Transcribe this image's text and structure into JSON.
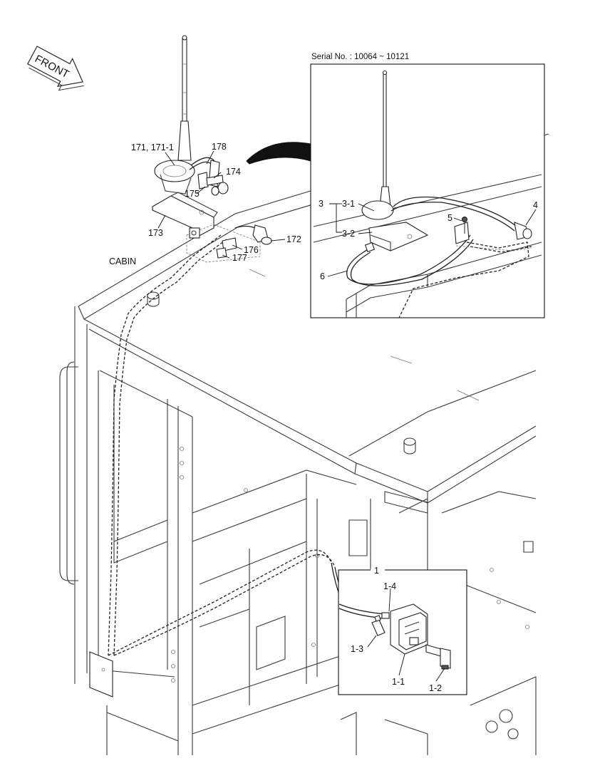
{
  "front_arrow": {
    "label": "FRONT"
  },
  "area_label": "CABIN",
  "detail_inset": {
    "serial": "Serial No. : 10064 ~ 10121",
    "parts": {
      "group": "3",
      "antenna": "3-1",
      "bracket": "3-2",
      "cable": "6",
      "bolt": "5",
      "connector": "4"
    }
  },
  "main_parts": {
    "antenna": "171, 171-1",
    "cable": "178",
    "bolt": "174",
    "nut": "175",
    "bracket": "173",
    "clamp": "176",
    "screw": "177",
    "connector": "172"
  },
  "radio_inset": {
    "assembly": "1",
    "harness": "1-4",
    "fuse": "1-3",
    "radio": "1-1",
    "plug": "1-2"
  }
}
